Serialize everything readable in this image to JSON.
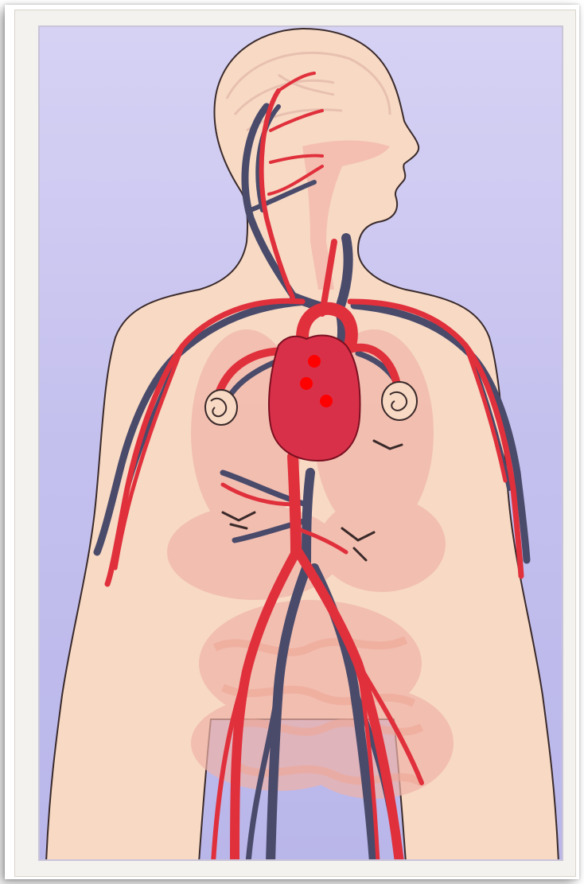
{
  "figure": {
    "subject": "circulatory-system",
    "colors": {
      "background": "#c7c4ef",
      "background_light": "#dcd8f7",
      "skin": "#f7d9c4",
      "outline": "#3a2a2a",
      "artery": "#e0303c",
      "vein": "#4a4a6a",
      "heart": "#d9304a",
      "organs": "#f0b3a8",
      "marker": "#ff0000"
    },
    "markers": [
      {
        "id": "marker-1"
      },
      {
        "id": "marker-2"
      },
      {
        "id": "marker-3"
      }
    ]
  }
}
